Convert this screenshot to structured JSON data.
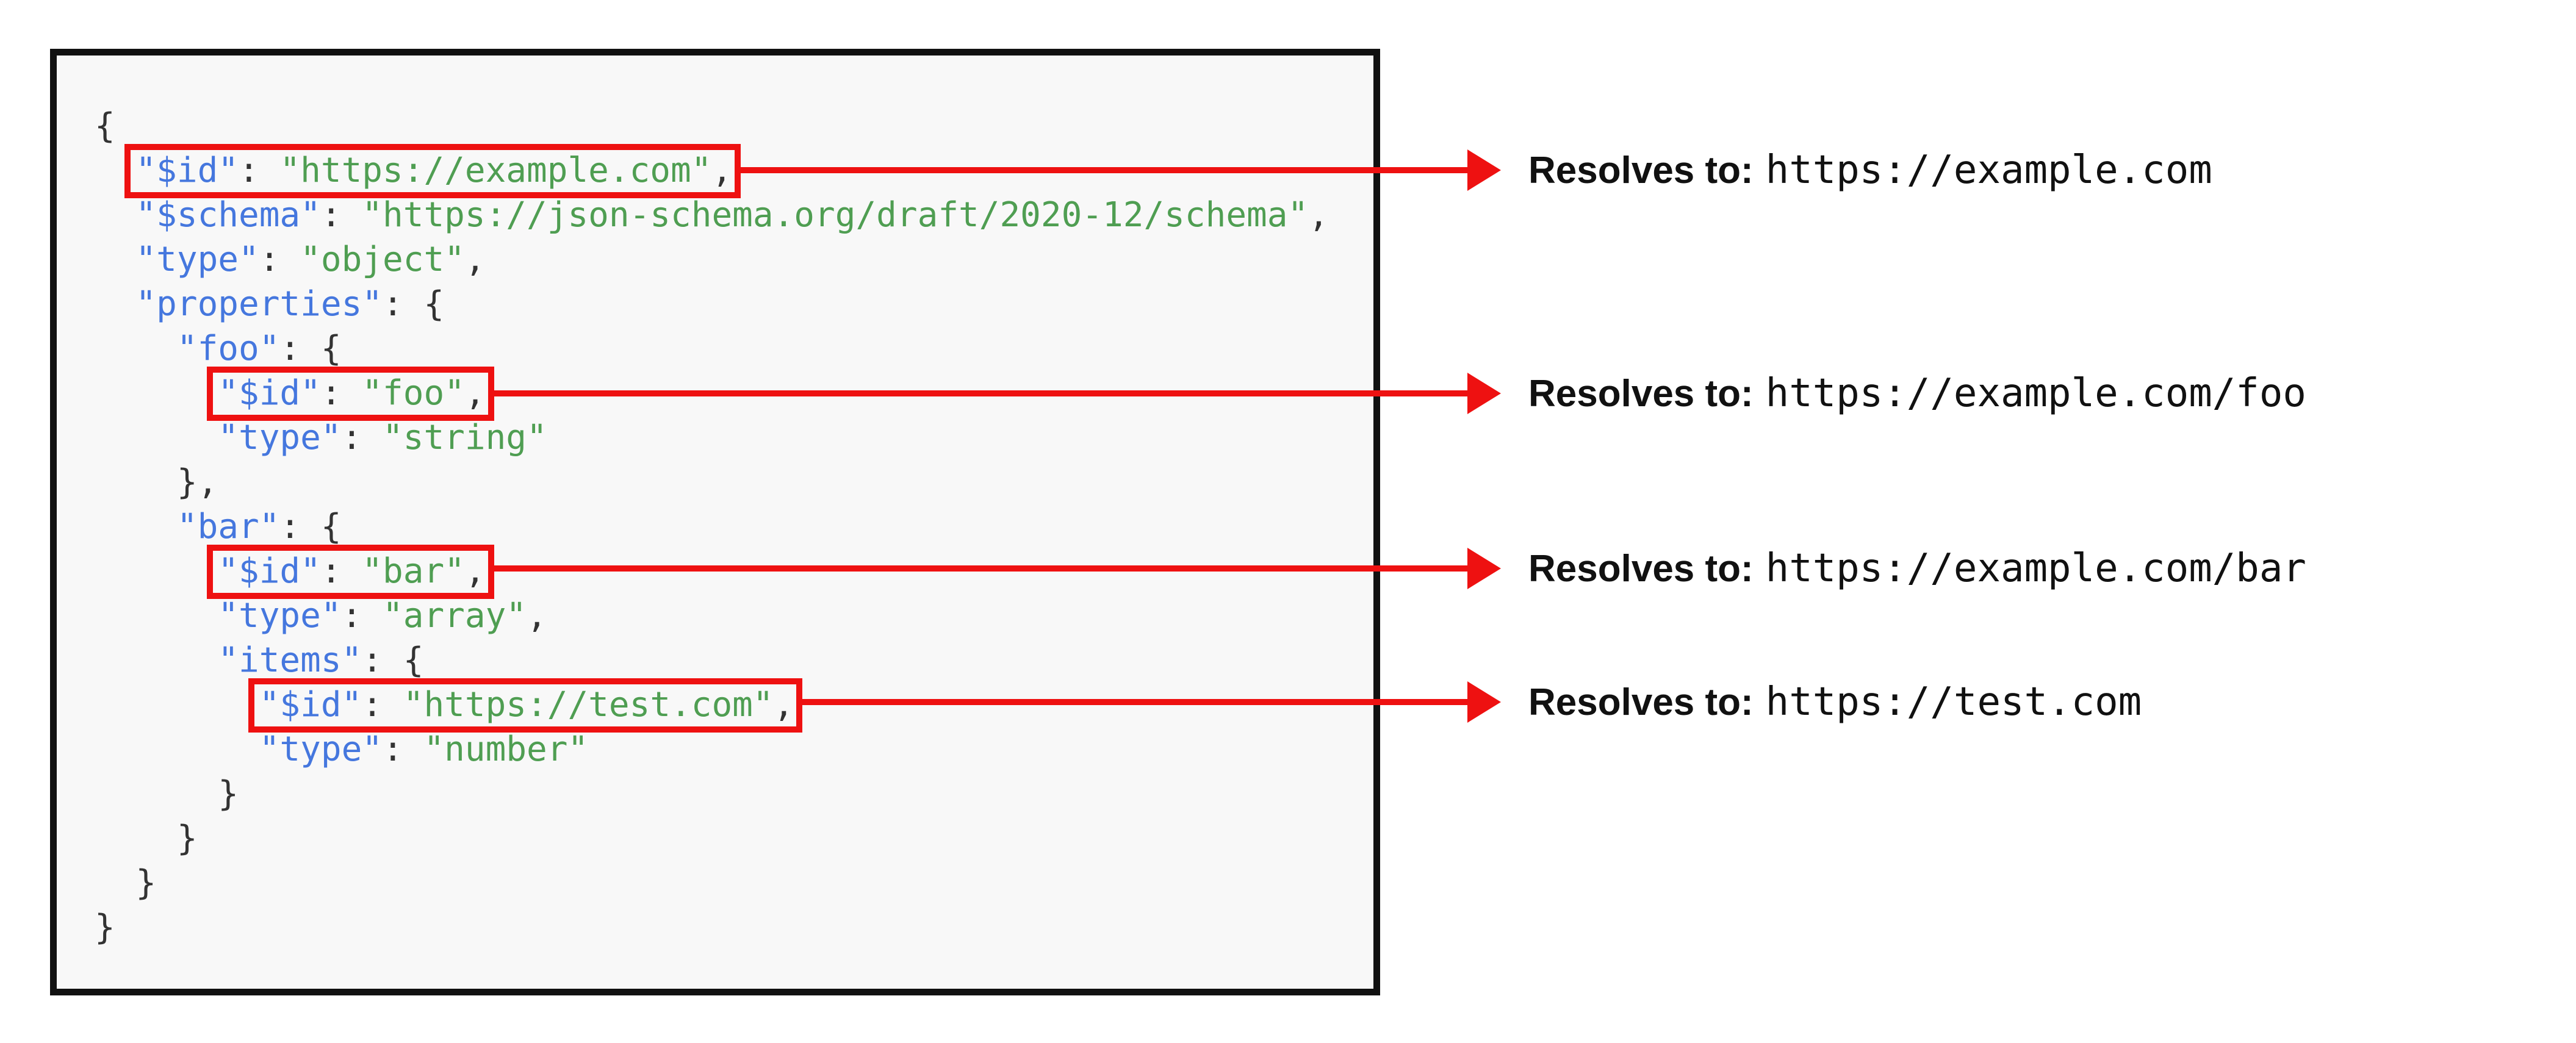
{
  "colors": {
    "accent": "#ee1111",
    "key": "#4577de",
    "str": "#4f9e52",
    "punct": "#333333",
    "frame": "#111111",
    "panel-bg": "#f8f8f8",
    "ink": "#111111"
  },
  "code": {
    "language": "json",
    "lines": [
      {
        "indent": 0,
        "highlight": false,
        "tokens": [
          {
            "t": "{",
            "c": "p"
          }
        ]
      },
      {
        "indent": 2,
        "highlight": true,
        "tokens": [
          {
            "t": "\"$id\"",
            "c": "k"
          },
          {
            "t": ": ",
            "c": "p"
          },
          {
            "t": "\"https://example.com\"",
            "c": "s"
          },
          {
            "t": ",",
            "c": "p"
          }
        ]
      },
      {
        "indent": 2,
        "highlight": false,
        "tokens": [
          {
            "t": "\"$schema\"",
            "c": "k"
          },
          {
            "t": ": ",
            "c": "p"
          },
          {
            "t": "\"https://json-schema.org/draft/2020-12/schema\"",
            "c": "s"
          },
          {
            "t": ",",
            "c": "p"
          }
        ]
      },
      {
        "indent": 2,
        "highlight": false,
        "tokens": [
          {
            "t": "\"type\"",
            "c": "k"
          },
          {
            "t": ": ",
            "c": "p"
          },
          {
            "t": "\"object\"",
            "c": "s"
          },
          {
            "t": ",",
            "c": "p"
          }
        ]
      },
      {
        "indent": 2,
        "highlight": false,
        "tokens": [
          {
            "t": "\"properties\"",
            "c": "k"
          },
          {
            "t": ": {",
            "c": "p"
          }
        ]
      },
      {
        "indent": 4,
        "highlight": false,
        "tokens": [
          {
            "t": "\"foo\"",
            "c": "k"
          },
          {
            "t": ": {",
            "c": "p"
          }
        ]
      },
      {
        "indent": 6,
        "highlight": true,
        "tokens": [
          {
            "t": "\"$id\"",
            "c": "k"
          },
          {
            "t": ": ",
            "c": "p"
          },
          {
            "t": "\"foo\"",
            "c": "s"
          },
          {
            "t": ",",
            "c": "p"
          }
        ]
      },
      {
        "indent": 6,
        "highlight": false,
        "tokens": [
          {
            "t": "\"type\"",
            "c": "k"
          },
          {
            "t": ": ",
            "c": "p"
          },
          {
            "t": "\"string\"",
            "c": "s"
          }
        ]
      },
      {
        "indent": 4,
        "highlight": false,
        "tokens": [
          {
            "t": "},",
            "c": "p"
          }
        ]
      },
      {
        "indent": 4,
        "highlight": false,
        "tokens": [
          {
            "t": "\"bar\"",
            "c": "k"
          },
          {
            "t": ": {",
            "c": "p"
          }
        ]
      },
      {
        "indent": 6,
        "highlight": true,
        "tokens": [
          {
            "t": "\"$id\"",
            "c": "k"
          },
          {
            "t": ": ",
            "c": "p"
          },
          {
            "t": "\"bar\"",
            "c": "s"
          },
          {
            "t": ",",
            "c": "p"
          }
        ]
      },
      {
        "indent": 6,
        "highlight": false,
        "tokens": [
          {
            "t": "\"type\"",
            "c": "k"
          },
          {
            "t": ": ",
            "c": "p"
          },
          {
            "t": "\"array\"",
            "c": "s"
          },
          {
            "t": ",",
            "c": "p"
          }
        ]
      },
      {
        "indent": 6,
        "highlight": false,
        "tokens": [
          {
            "t": "\"items\"",
            "c": "k"
          },
          {
            "t": ": {",
            "c": "p"
          }
        ]
      },
      {
        "indent": 8,
        "highlight": true,
        "tokens": [
          {
            "t": "\"$id\"",
            "c": "k"
          },
          {
            "t": ": ",
            "c": "p"
          },
          {
            "t": "\"https://test.com\"",
            "c": "s"
          },
          {
            "t": ",",
            "c": "p"
          }
        ]
      },
      {
        "indent": 8,
        "highlight": false,
        "tokens": [
          {
            "t": "\"type\"",
            "c": "k"
          },
          {
            "t": ": ",
            "c": "p"
          },
          {
            "t": "\"number\"",
            "c": "s"
          }
        ]
      },
      {
        "indent": 6,
        "highlight": false,
        "tokens": [
          {
            "t": "}",
            "c": "p"
          }
        ]
      },
      {
        "indent": 4,
        "highlight": false,
        "tokens": [
          {
            "t": "}",
            "c": "p"
          }
        ]
      },
      {
        "indent": 2,
        "highlight": false,
        "tokens": [
          {
            "t": "}",
            "c": "p"
          }
        ]
      },
      {
        "indent": 0,
        "highlight": false,
        "tokens": [
          {
            "t": "}",
            "c": "p"
          }
        ]
      }
    ]
  },
  "annotations": [
    {
      "label": "Resolves to:",
      "value": "https://example.com"
    },
    {
      "label": "Resolves to:",
      "value": "https://example.com/foo"
    },
    {
      "label": "Resolves to:",
      "value": "https://example.com/bar"
    },
    {
      "label": "Resolves to:",
      "value": "https://test.com"
    }
  ]
}
